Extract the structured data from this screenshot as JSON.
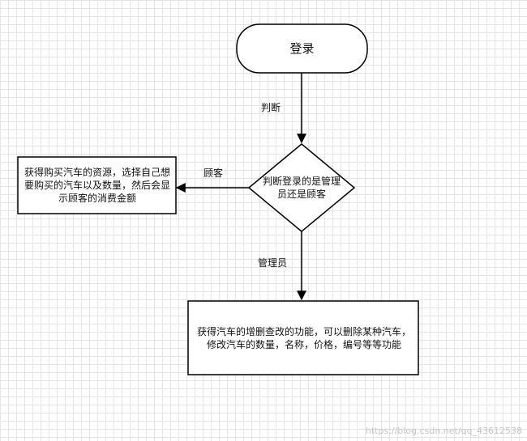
{
  "nodes": {
    "start": "登录",
    "decision": "判断登录的是管理员还是顾客",
    "customer": "获得购买汽车的资源，选择自己想要购买的汽车以及数量，然后会显示顾客的消费金额",
    "admin": "获得汽车的增删查改的功能，可以删除某种汽车，修改汽车的数量，名称，价格，编号等等功能"
  },
  "edges": {
    "start_to_decision": "判断",
    "to_customer": "顾客",
    "to_admin": "管理员"
  },
  "watermark": "https://blog.csdn.net/qq_43612538",
  "colors": {
    "stroke": "#000000",
    "grid": "#e4e4e4",
    "fill": "#ffffff"
  }
}
